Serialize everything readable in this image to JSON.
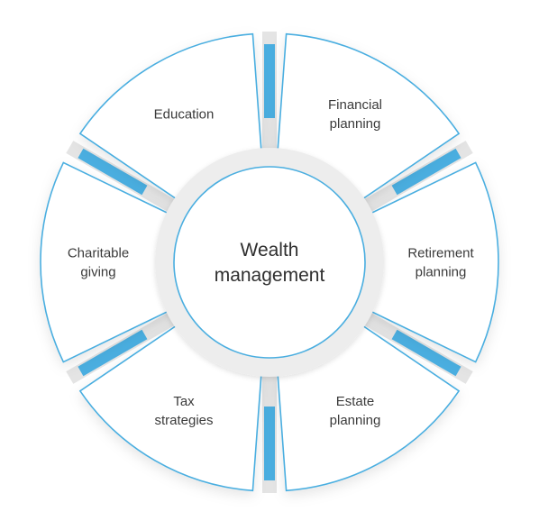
{
  "diagram": {
    "center": {
      "lines": [
        "Wealth",
        "management"
      ]
    },
    "segments": [
      {
        "id": "financial-planning",
        "lines": [
          "Financial",
          "planning"
        ]
      },
      {
        "id": "retirement-planning",
        "lines": [
          "Retirement",
          "planning"
        ]
      },
      {
        "id": "estate-planning",
        "lines": [
          "Estate",
          "planning"
        ]
      },
      {
        "id": "tax-strategies",
        "lines": [
          "Tax",
          "strategies"
        ]
      },
      {
        "id": "charitable-giving",
        "lines": [
          "Charitable",
          "giving"
        ]
      },
      {
        "id": "education",
        "lines": [
          "Education"
        ]
      }
    ],
    "colors": {
      "accent": "#4aaee0",
      "connector_shadow": "#e4e4e4",
      "ring_track": "#ededed",
      "text": "#3b3b3b"
    }
  }
}
